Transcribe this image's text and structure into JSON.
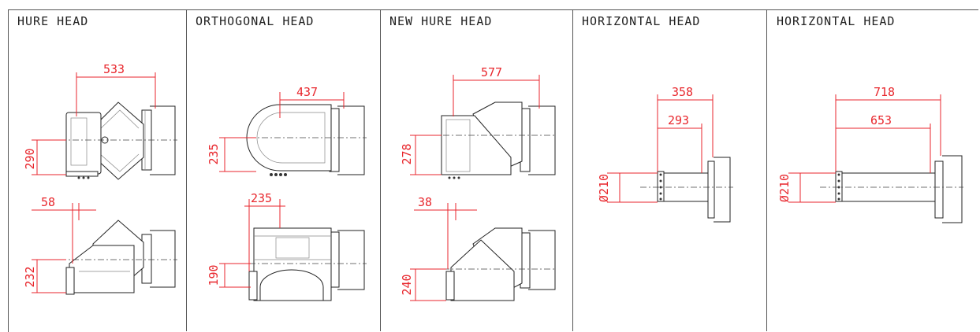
{
  "panels": [
    {
      "title": "HURE HEAD",
      "dims": {
        "top_width": "533",
        "top_height": "290",
        "offset": "58",
        "bottom_height": "232"
      }
    },
    {
      "title": "ORTHOGONAL HEAD",
      "dims": {
        "top_width": "437",
        "top_height": "235",
        "offset": "235",
        "bottom_height": "190"
      }
    },
    {
      "title": "NEW HURE HEAD",
      "dims": {
        "top_width": "577",
        "top_height": "278",
        "offset": "38",
        "bottom_height": "240"
      }
    },
    {
      "title": "HORIZONTAL HEAD",
      "dims": {
        "outer_length": "358",
        "inner_length": "293",
        "diameter": "Ø210"
      }
    },
    {
      "title": "HORIZONTAL HEAD",
      "dims": {
        "outer_length": "718",
        "inner_length": "653",
        "diameter": "Ø210"
      }
    }
  ],
  "colors": {
    "dimension": "#e8262c",
    "line": "#222222",
    "border": "#555555"
  }
}
